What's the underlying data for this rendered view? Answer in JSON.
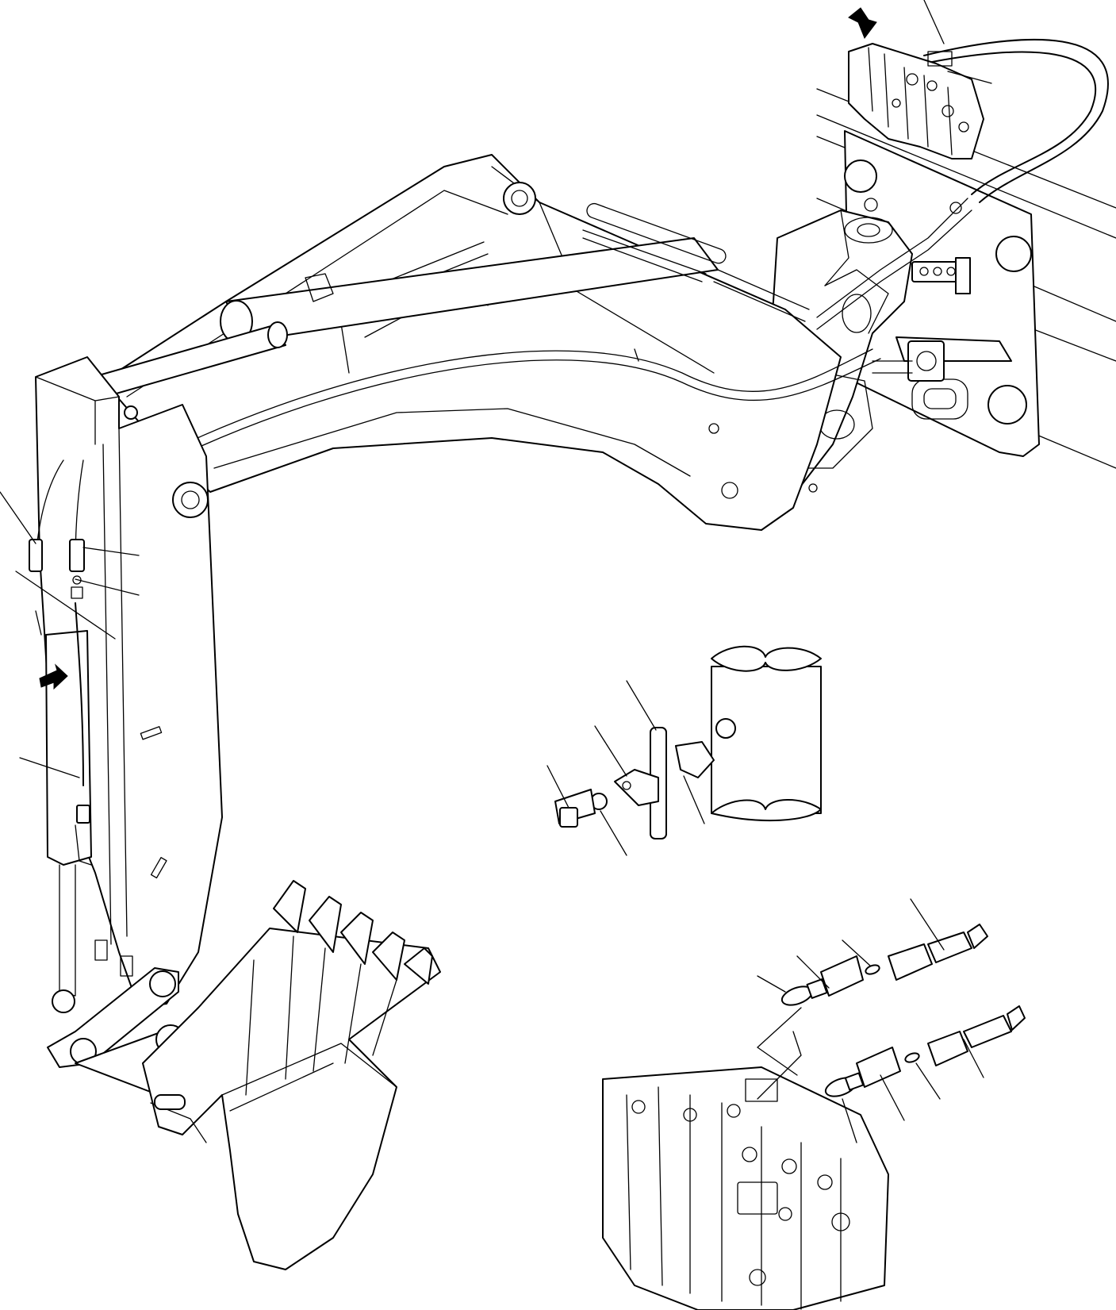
{
  "figure": {
    "background": "#ffffff",
    "line_color": "#000000",
    "callouts": [
      {
        "id": "c1",
        "label": ""
      },
      {
        "id": "c2",
        "label": ""
      },
      {
        "id": "c3",
        "label": ""
      },
      {
        "id": "c4",
        "label": ""
      },
      {
        "id": "c5",
        "label": ""
      },
      {
        "id": "c6",
        "label": ""
      },
      {
        "id": "c7",
        "label": ""
      },
      {
        "id": "c8",
        "label": ""
      },
      {
        "id": "c9",
        "label": ""
      },
      {
        "id": "c10",
        "label": ""
      },
      {
        "id": "c11",
        "label": ""
      },
      {
        "id": "c12",
        "label": ""
      },
      {
        "id": "c13",
        "label": ""
      },
      {
        "id": "c14",
        "label": ""
      },
      {
        "id": "c15",
        "label": ""
      },
      {
        "id": "c16",
        "label": ""
      },
      {
        "id": "c17",
        "label": ""
      },
      {
        "id": "c18",
        "label": ""
      },
      {
        "id": "c19",
        "label": ""
      },
      {
        "id": "c20",
        "label": ""
      }
    ],
    "icons": [
      "direction-arrow-icon",
      "direction-arrow-icon"
    ]
  }
}
